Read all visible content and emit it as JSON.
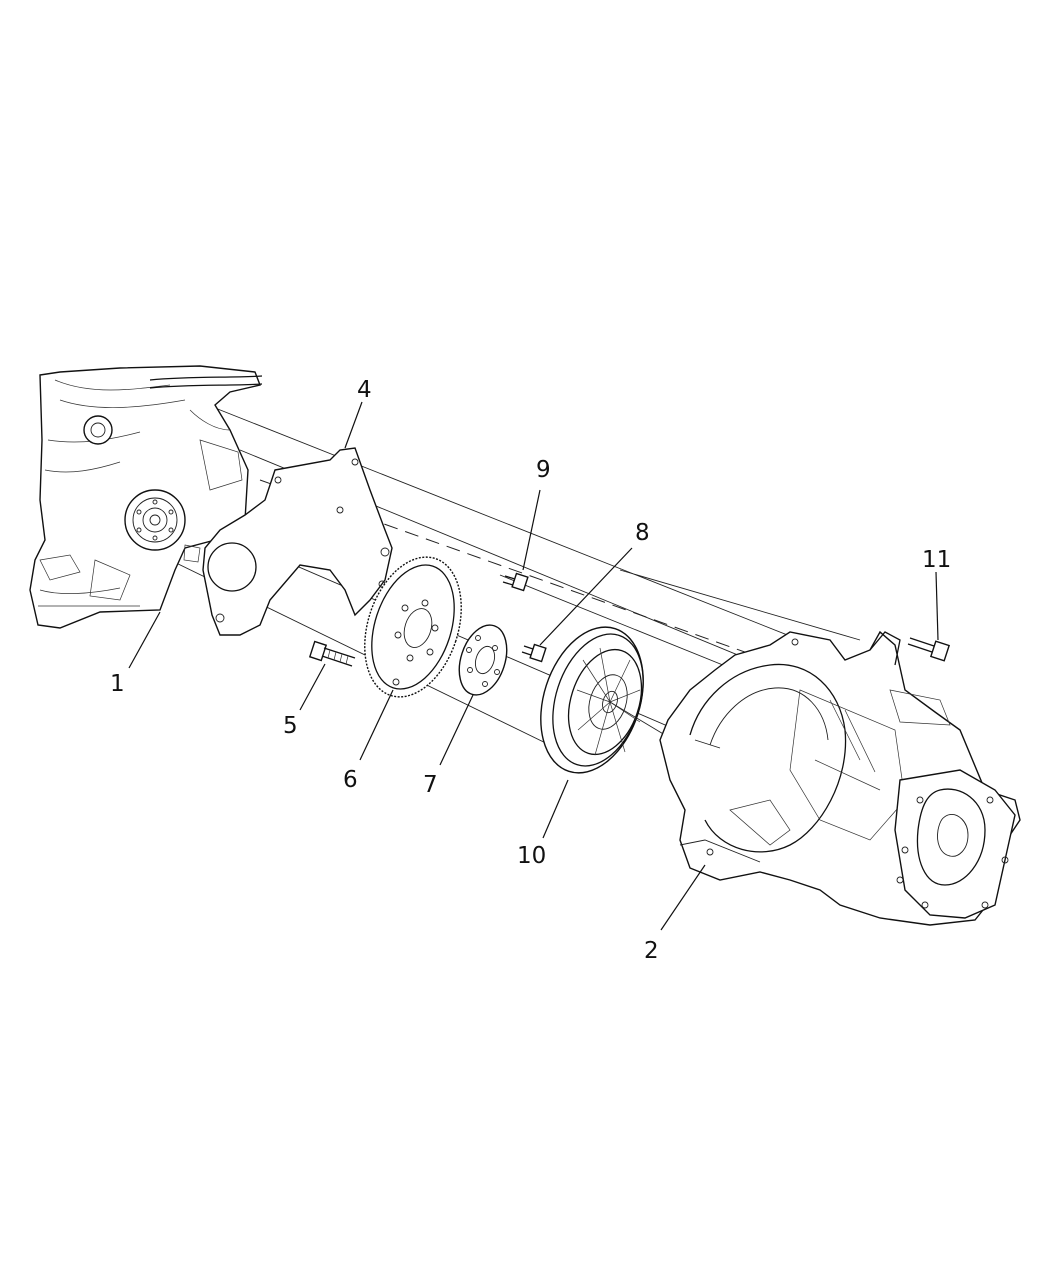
{
  "callouts": [
    {
      "id": "engine",
      "label": "1"
    },
    {
      "id": "transaxle",
      "label": "2"
    },
    {
      "id": "plate",
      "label": "4"
    },
    {
      "id": "bolt-flywheel",
      "label": "5"
    },
    {
      "id": "flywheel",
      "label": "6"
    },
    {
      "id": "spacer",
      "label": "7"
    },
    {
      "id": "bolt-small",
      "label": "8"
    },
    {
      "id": "bolt-plate",
      "label": "9"
    },
    {
      "id": "clutch",
      "label": "10"
    },
    {
      "id": "bolt-transaxle",
      "label": "11"
    }
  ]
}
